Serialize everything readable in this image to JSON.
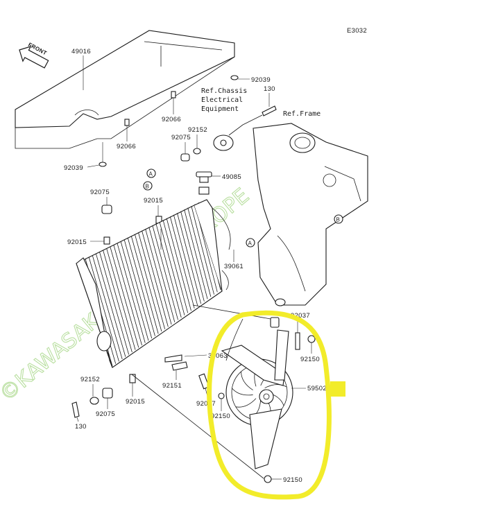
{
  "diagram_code": "E3032",
  "front_label": "FRONT",
  "watermark": "©KAWASAKI MOTORS EUROPE",
  "highlight_color": "#f2ec2a",
  "labels": {
    "p49016": "49016",
    "p92039a": "92039",
    "p92039b": "92039",
    "p130a": "130",
    "p130b": "130",
    "ref_chassis": [
      "Ref.Chassis",
      "Electrical",
      "Equipment"
    ],
    "ref_frame": "Ref.Frame",
    "p92066a": "92066",
    "p92066b": "92066",
    "p92152a": "92152",
    "p92152b": "92152",
    "p92075a": "92075",
    "p92075b": "92075",
    "p92075c": "92075",
    "p49085": "49085",
    "p92015a": "92015",
    "p92015b": "92015",
    "p92015c": "92015",
    "p39061": "39061",
    "p92037a": "92037",
    "p92037b": "92037",
    "p92150a": "92150",
    "p92150b": "92150",
    "p92150c": "92150",
    "p35063": "35063",
    "p92151": "92151",
    "p59502": "59502",
    "mark_a1": "A",
    "mark_b1": "B",
    "mark_a2": "A",
    "mark_b2": "B"
  }
}
